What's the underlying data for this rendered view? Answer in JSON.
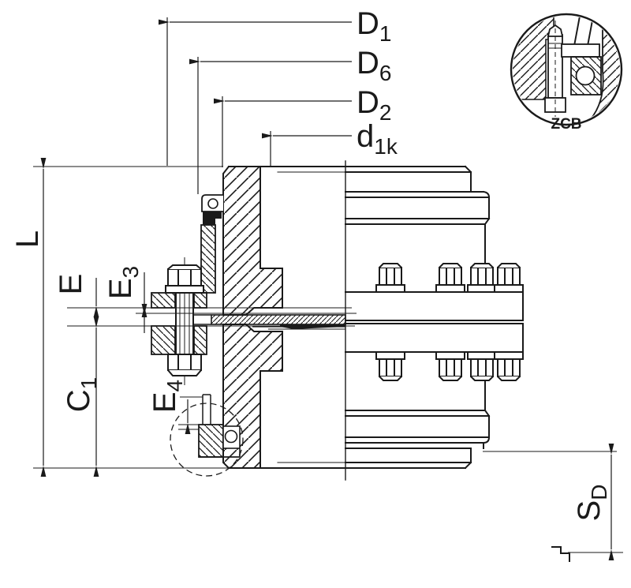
{
  "dimensions": {
    "top": [
      {
        "base": "D",
        "sub": "1"
      },
      {
        "base": "D",
        "sub": "6"
      },
      {
        "base": "D",
        "sub": "2"
      },
      {
        "base": "d",
        "sub": "1k"
      }
    ],
    "left": [
      {
        "base": "L",
        "sub": ""
      },
      {
        "base": "E",
        "sub": ""
      },
      {
        "base": "E",
        "sub": "3"
      },
      {
        "base": "C",
        "sub": "1"
      },
      {
        "base": "E",
        "sub": "4"
      }
    ],
    "bottom_right": [
      {
        "base": "S",
        "sub": "D"
      }
    ]
  },
  "inset": {
    "label": "ZCB"
  },
  "colors": {
    "line": "#1a1a1a",
    "background": "#ffffff"
  }
}
